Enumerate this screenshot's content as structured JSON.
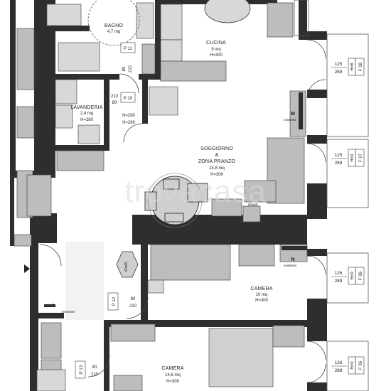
{
  "rooms": {
    "bagno": {
      "name": "BAGNO",
      "area": "4,7 mq"
    },
    "cucina": {
      "name": "CUCINA",
      "area": "9 mq",
      "height": "H=300"
    },
    "lavanderia": {
      "name": "LAVANDERIA",
      "area": "2,4 mq",
      "height": "H=280"
    },
    "soggiorno": {
      "name_line1": "SOGGIORNO",
      "name_line2": "&",
      "name_line3": "ZONA PRANZO",
      "area": "24,8 mq",
      "height": "H=300"
    },
    "camera1": {
      "name": "CAMERA",
      "area": "10 mq",
      "height": "H=300"
    },
    "camera2": {
      "name": "CAMERA",
      "area": "14,6 mq",
      "height": "H=300"
    }
  },
  "doors": {
    "p11": {
      "code": "P 11",
      "w": "80",
      "h": "210",
      "hdim": "H=280"
    },
    "p10": {
      "code": "P 10",
      "w": "80",
      "h": "210",
      "hdim": "H=280"
    },
    "p12": {
      "code": "P 12",
      "w": "80",
      "h": "210"
    },
    "p13": {
      "code": "P 13",
      "w": "80",
      "h": "210"
    }
  },
  "windows": [
    {
      "code": "F 08",
      "w": "125",
      "h": "289",
      "hh": "H=6"
    },
    {
      "code": "F 07",
      "w": "125",
      "h": "289",
      "hh": "H=0"
    },
    {
      "code": "F 06",
      "w": "126",
      "h": "289",
      "hh": "H=0"
    },
    {
      "code": "F 05",
      "w": "126",
      "h": "288",
      "hh": "H=0"
    }
  ],
  "markers": {
    "m": {
      "letter": "M",
      "label": "esistente"
    },
    "n": {
      "letter": "N",
      "label": "esistente"
    },
    "l": {
      "letter": "L",
      "label": "esistente"
    }
  },
  "notes": {
    "table_small": "60x65",
    "table_big": "60x55"
  },
  "watermark": "trovacasa"
}
